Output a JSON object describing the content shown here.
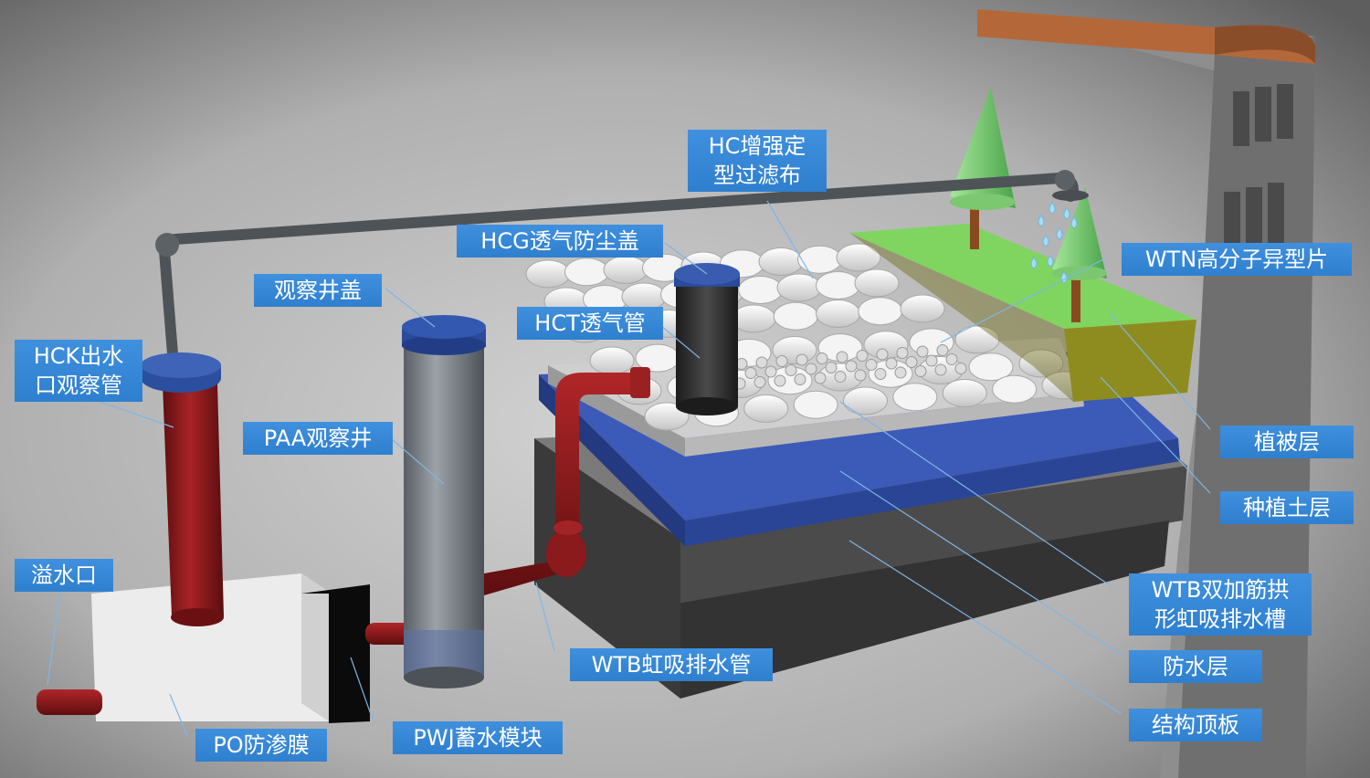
{
  "labels": {
    "hc_filter": [
      "HC增强定",
      "型过滤布"
    ],
    "hcg_cover": "HCG透气防尘盖",
    "well_cover": "观察井盖",
    "hct_pipe": "HCT透气管",
    "hck_pipe": [
      "HCK出水",
      "口观察管"
    ],
    "paa_well": "PAA观察井",
    "overflow": "溢水口",
    "po_membrane": "PO防渗膜",
    "pwj_module": "PWJ蓄水模块",
    "wtb_pipe": "WTB虹吸排水管",
    "wtn_sheet": "WTN高分子异型片",
    "vegetation": "植被层",
    "soil": "种植土层",
    "wtb_trough": [
      "WTB双加筋拱",
      "形虹吸排水槽"
    ],
    "waterproof": "防水层",
    "roof_slab": "结构顶板"
  },
  "colors": {
    "label_bg": "#3a8ad8",
    "pipe_red": "#8e1b1d",
    "cap_blue": "#2a4a9c",
    "membrane_blue": "#3450a8",
    "grass": "#7fd860",
    "soil": "#8a8a20",
    "roof": "#b4683a"
  }
}
